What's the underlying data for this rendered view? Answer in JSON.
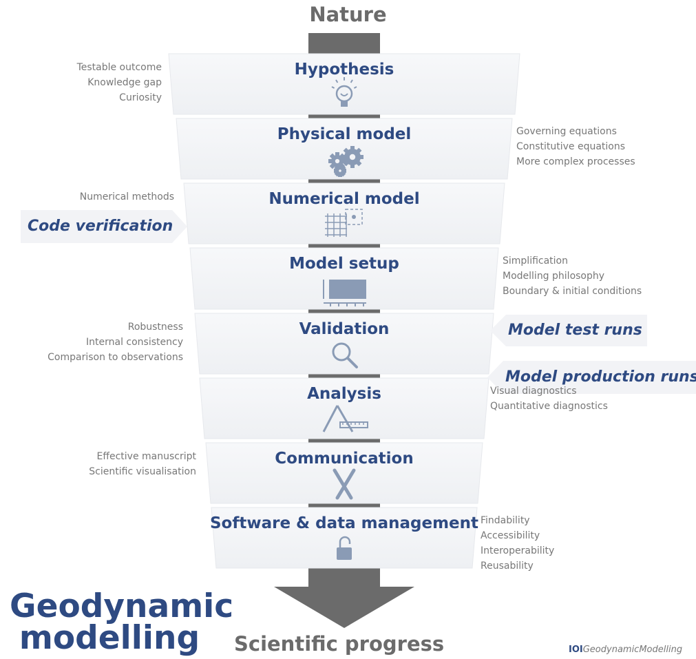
{
  "header": {
    "title": "Nature"
  },
  "footer_title": "Scientific progress",
  "brand": {
    "line1": "Geodynamic",
    "line2": "modelling"
  },
  "signature": {
    "mark": "IOI",
    "text": "GeodynamicModelling"
  },
  "stages": [
    {
      "title": "Hypothesis",
      "icon": "lightbulb-icon",
      "left_notes": [
        "Testable outcome",
        "Knowledge gap",
        "Curiosity"
      ],
      "right_notes": []
    },
    {
      "title": "Physical model",
      "icon": "gears-icon",
      "left_notes": [],
      "right_notes": [
        "Governing equations",
        "Constitutive equations",
        "More complex processes"
      ]
    },
    {
      "title": "Numerical model",
      "icon": "grid-mesh-icon",
      "left_notes": [
        "Numerical methods"
      ],
      "right_notes": []
    },
    {
      "title": "Model setup",
      "icon": "model-box-icon",
      "left_notes": [],
      "right_notes": [
        "Simplification",
        "Modelling philosophy",
        "Boundary & initial conditions"
      ]
    },
    {
      "title": "Validation",
      "icon": "magnifier-icon",
      "left_notes": [
        "Robustness",
        "Internal consistency",
        "Comparison to observations"
      ],
      "right_notes": []
    },
    {
      "title": "Analysis",
      "icon": "compass-ruler-icon",
      "left_notes": [],
      "right_notes": [
        "Visual diagnostics",
        "Quantitative diagnostics"
      ]
    },
    {
      "title": "Communication",
      "icon": "brush-pen-icon",
      "left_notes": [
        "Effective manuscript",
        "Scientific visualisation"
      ],
      "right_notes": []
    },
    {
      "title": "Software & data management",
      "icon": "padlock-icon",
      "left_notes": [],
      "right_notes": [
        "Findability",
        "Accessibility",
        "Interoperability",
        "Reusability"
      ]
    }
  ],
  "callouts": {
    "code_verification": "Code verification",
    "model_test_runs": "Model test runs",
    "model_production_runs": "Model production runs"
  },
  "colors": {
    "stage_title": "#2e4a82",
    "note_text": "#777777",
    "arrow": "#6b6b6b",
    "panel": "#f5f6f8"
  }
}
